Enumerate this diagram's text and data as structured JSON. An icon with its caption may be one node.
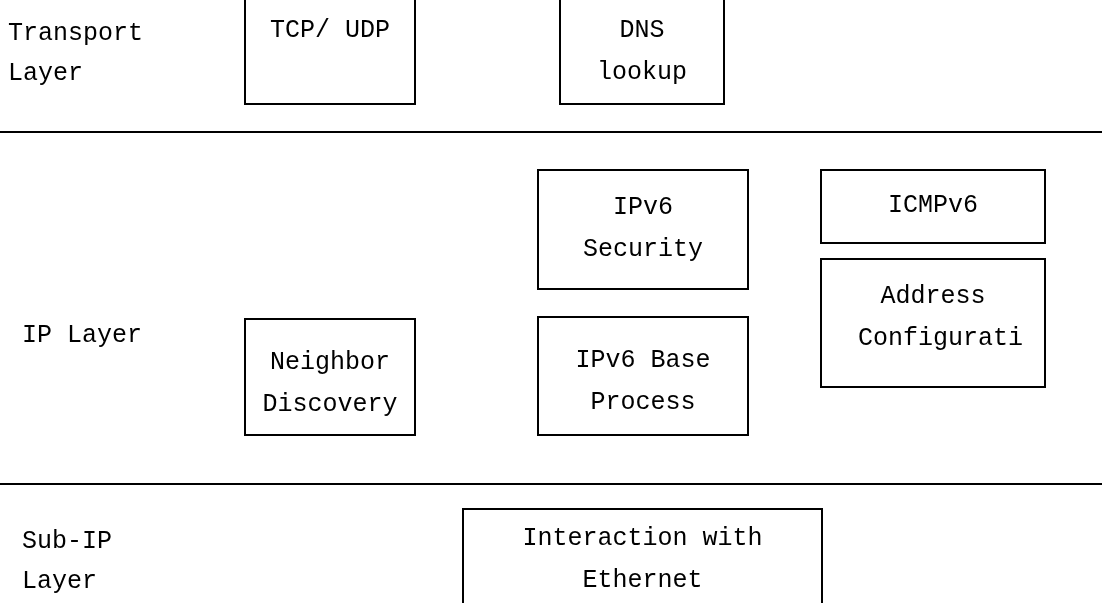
{
  "diagram": {
    "nodes": [
      {
        "text": [
          "TCP/ UDP"
        ]
      },
      {
        "text": [
          "DNS lookup"
        ]
      },
      {
        "text": [
          "IPv6 Security"
        ]
      },
      {
        "text": [
          "ICMPv6"
        ]
      },
      {
        "text": [
          "Address Configurati"
        ]
      },
      {
        "text": [
          "Neighbor Discovery"
        ]
      },
      {
        "text": [
          "IPv6 Base Process"
        ]
      },
      {
        "text": [
          "Interaction with Ethernet"
        ]
      }
    ],
    "labels": [
      "Transport Layer",
      "IP Layer",
      "Sub-IP Layer"
    ]
  }
}
